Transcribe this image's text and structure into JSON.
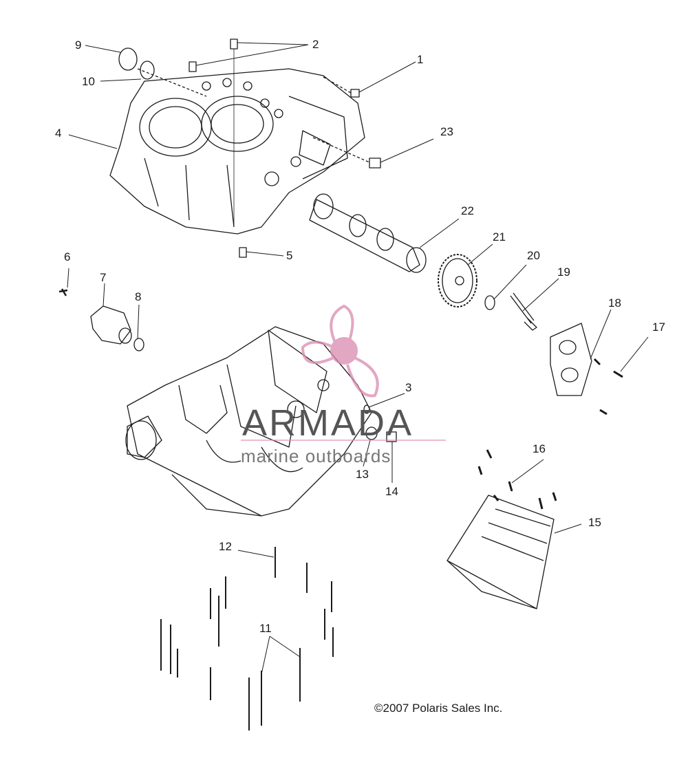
{
  "callouts": [
    "1",
    "2",
    "3",
    "4",
    "5",
    "6",
    "7",
    "8",
    "9",
    "10",
    "11",
    "12",
    "13",
    "14",
    "15",
    "16",
    "17",
    "18",
    "19",
    "20",
    "21",
    "22",
    "23"
  ],
  "copyright": "©2007 Polaris Sales Inc.",
  "watermark": {
    "title": "ARMADA",
    "subtitle": "marine outboards",
    "color": "#d98ab0"
  }
}
